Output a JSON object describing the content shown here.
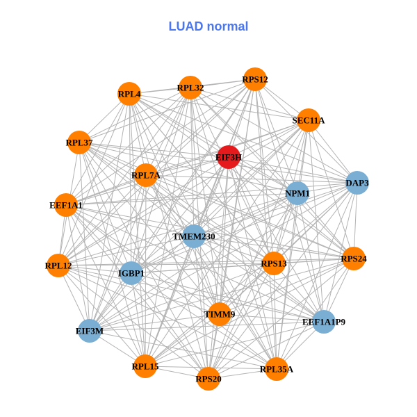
{
  "title": "LUAD normal",
  "colors": {
    "title": "#4a76ef",
    "orange": "#FF7F00",
    "blue": "#7BAED3",
    "red": "#E41A1C",
    "edge": "#b3b3b3"
  },
  "nodes": [
    {
      "label": "RPS12",
      "group": "orange"
    },
    {
      "label": "RPL32",
      "group": "orange"
    },
    {
      "label": "RPL4",
      "group": "orange"
    },
    {
      "label": "SEC11A",
      "group": "orange"
    },
    {
      "label": "RPL37",
      "group": "orange"
    },
    {
      "label": "EIF3H",
      "group": "red"
    },
    {
      "label": "RPL7A",
      "group": "orange"
    },
    {
      "label": "DAP3",
      "group": "blue"
    },
    {
      "label": "NPM1",
      "group": "blue"
    },
    {
      "label": "EEF1A1",
      "group": "orange"
    },
    {
      "label": "TMEM230",
      "group": "blue"
    },
    {
      "label": "RPS24",
      "group": "orange"
    },
    {
      "label": "RPS13",
      "group": "orange"
    },
    {
      "label": "RPL12",
      "group": "orange"
    },
    {
      "label": "IGBP1",
      "group": "blue"
    },
    {
      "label": "TIMM9",
      "group": "orange"
    },
    {
      "label": "EEF1A1P9",
      "group": "blue"
    },
    {
      "label": "EIF3M",
      "group": "blue"
    },
    {
      "label": "RPL15",
      "group": "orange"
    },
    {
      "label": "RPS20",
      "group": "orange"
    },
    {
      "label": "RPL35A",
      "group": "orange"
    }
  ]
}
